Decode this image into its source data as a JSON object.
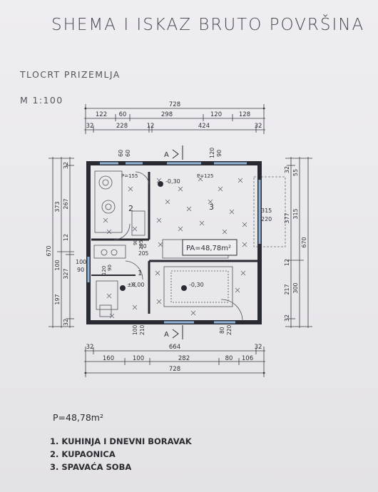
{
  "title": "SHEMA I ISKAZ BRUTO POVRŠINA",
  "subtitle": "TLOCRT PRIZEMLJA",
  "scale": "M 1:100",
  "dims_top": {
    "overall": "728",
    "row2": [
      "122",
      "60",
      "298",
      "120",
      "128"
    ],
    "row3": [
      "32",
      "228",
      "12",
      "424",
      "32"
    ]
  },
  "dims_bottom": {
    "row1": [
      "32",
      "664",
      "32"
    ],
    "row2": [
      "160",
      "100",
      "282",
      "80",
      "106"
    ],
    "overall": "728"
  },
  "dims_left": [
    "670",
    "373",
    "267",
    "32",
    "12",
    "100",
    "327",
    "197",
    "32"
  ],
  "dims_right": [
    "32",
    "377",
    "315",
    "12",
    "217",
    "300",
    "670",
    "32",
    "55"
  ],
  "plan_labels": {
    "window_top_left": "60",
    "window_top_left_b": "60",
    "window_top_right": "120",
    "window_top_right_b": "90",
    "p155": "P=155",
    "p125": "P=125",
    "level_bed": "-0,30",
    "level_entry": "±0,00",
    "level_living": "-0,30",
    "door_90": "90",
    "door_205": "205",
    "door_80": "80",
    "door_205b": "205",
    "side_120": "120",
    "side_90": "90",
    "left_100": "100",
    "left_90": "90",
    "right_315": "315",
    "right_220": "220",
    "bottom_100": "100",
    "bottom_210": "210",
    "bottom_80": "80",
    "bottom_220": "220",
    "room1": "1",
    "room2": "2",
    "room3": "3",
    "area_box": "PA=48,78m²",
    "section_a": "A"
  },
  "area_total": "P=48,78m²",
  "legend": [
    "1. KUHINJA I DNEVNI BORAVAK",
    "2. KUPAONICA",
    "3. SPAVAĆA SOBA"
  ]
}
